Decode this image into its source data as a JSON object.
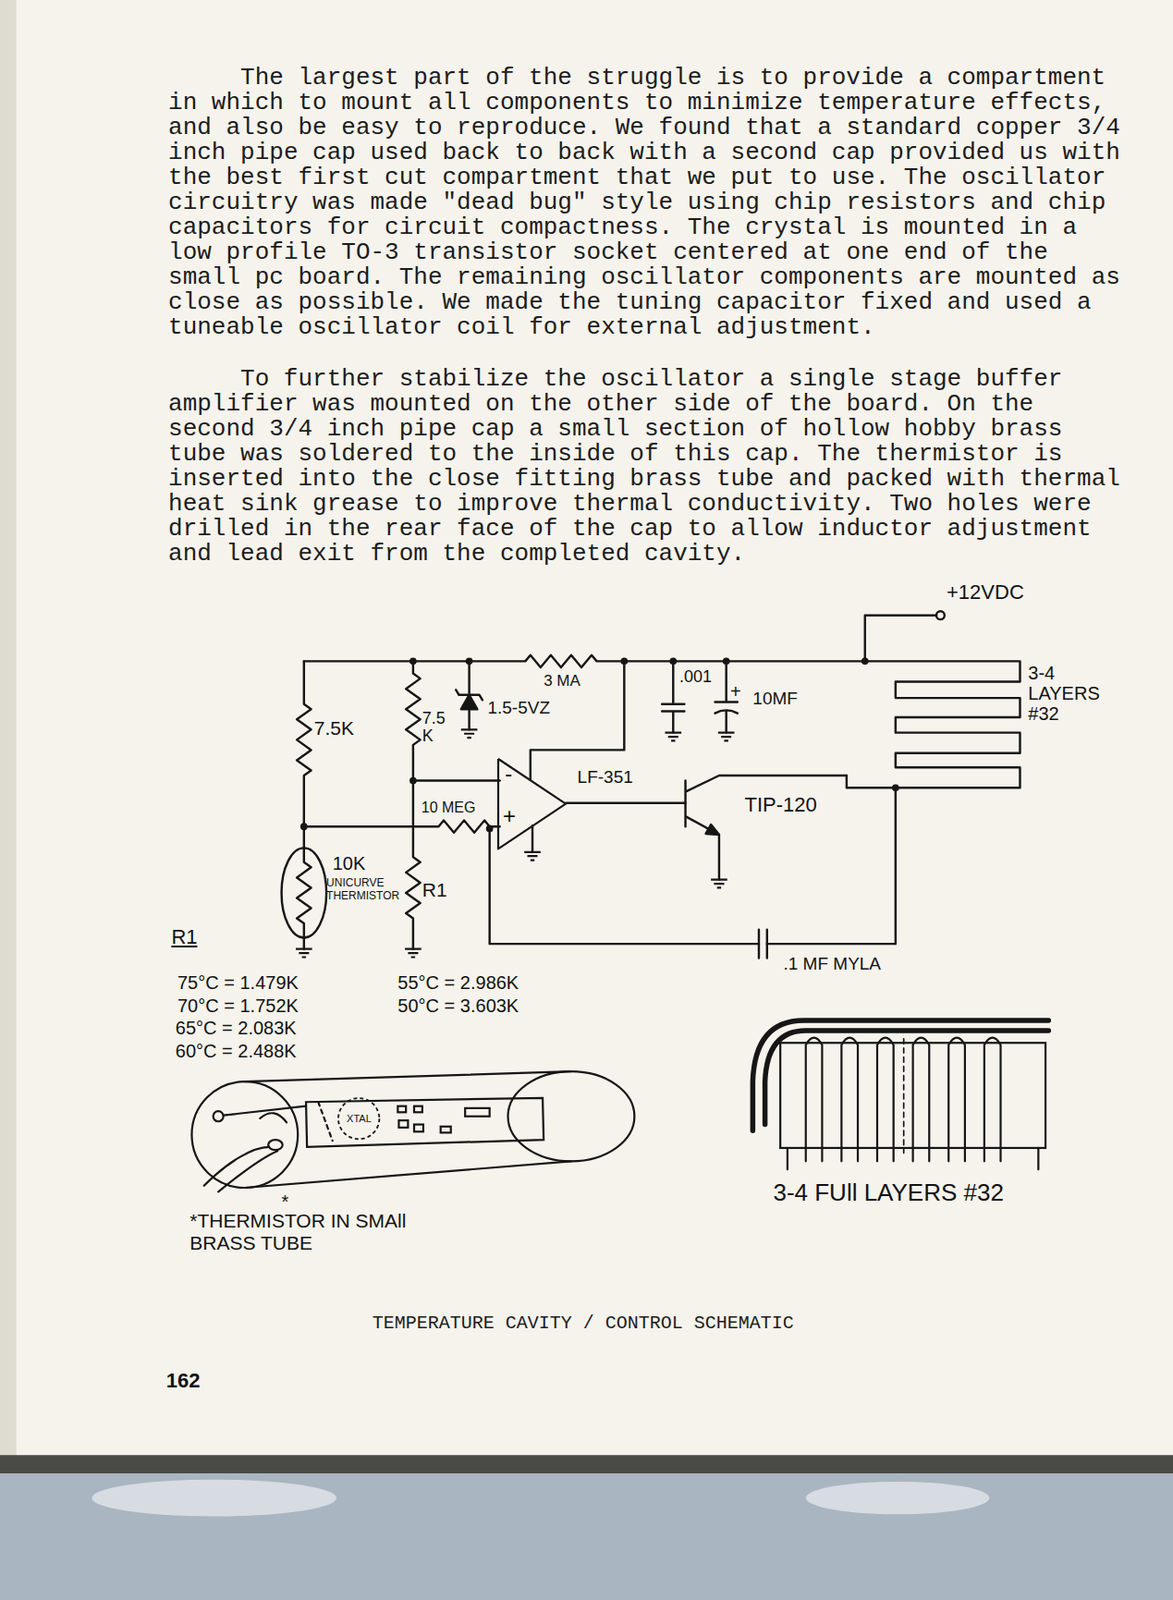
{
  "diagram": {
    "caption": "TEMPERATURE CAVITY / CONTROL SCHEMATIC",
    "nodes": [
      {
        "text": [
          "-",
          "+"
        ]
      },
      {
        "text": [
          "XTAL"
        ]
      }
    ],
    "labels": [
      "The largest part of the struggle is to provide a compartment in which to mount all components to minimize temperature effects, and also be easy to reproduce. We found that a standard copper 3/4 inch pipe cap used back to back with a second cap provided us with the best first cut compartment that we put to use. The oscillator circuitry was made \"dead bug\" style using chip resistors and chip capacitors for circuit compactness. The crystal is mounted in a low profile TO-3 transistor socket centered at one end of the small pc board. The remaining oscillator components are mounted as close as possible. We made the tuning capacitor fixed and used a tuneable oscillator coil for external adjustment.",
      "To further stabilize the oscillator a single stage buffer amplifier was mounted on the other side of the board. On the second 3/4 inch pipe cap a small section of hollow hobby brass tube was soldered to the inside of this cap. The thermistor is inserted into the close fitting brass tube and packed with thermal heat sink grease to improve thermal conductivity. Two holes were drilled in the rear face of the cap to allow inductor adjustment and lead exit from the completed cavity.",
      "+12VDC",
      "3 MA",
      "1.5-5VZ",
      ".001",
      "+",
      "10MF",
      "3-4 LAYERS #32",
      "7.5K",
      "7.5 K",
      "LF-351",
      "10 MEG",
      "TIP-120",
      "10K",
      "UNICURVE THERMISTOR",
      "R1",
      ".1 MF MYLA",
      "R1",
      "75°C = 1.479K",
      "70°C = 1.752K",
      "65°C = 2.083K",
      "60°C = 2.488K",
      "55°C = 2.986K",
      "50°C = 3.603K",
      "*",
      "*THERMISTOR IN SMAll BRASS TUBE",
      "3-4 FUll LAYERS #32",
      "162"
    ]
  }
}
